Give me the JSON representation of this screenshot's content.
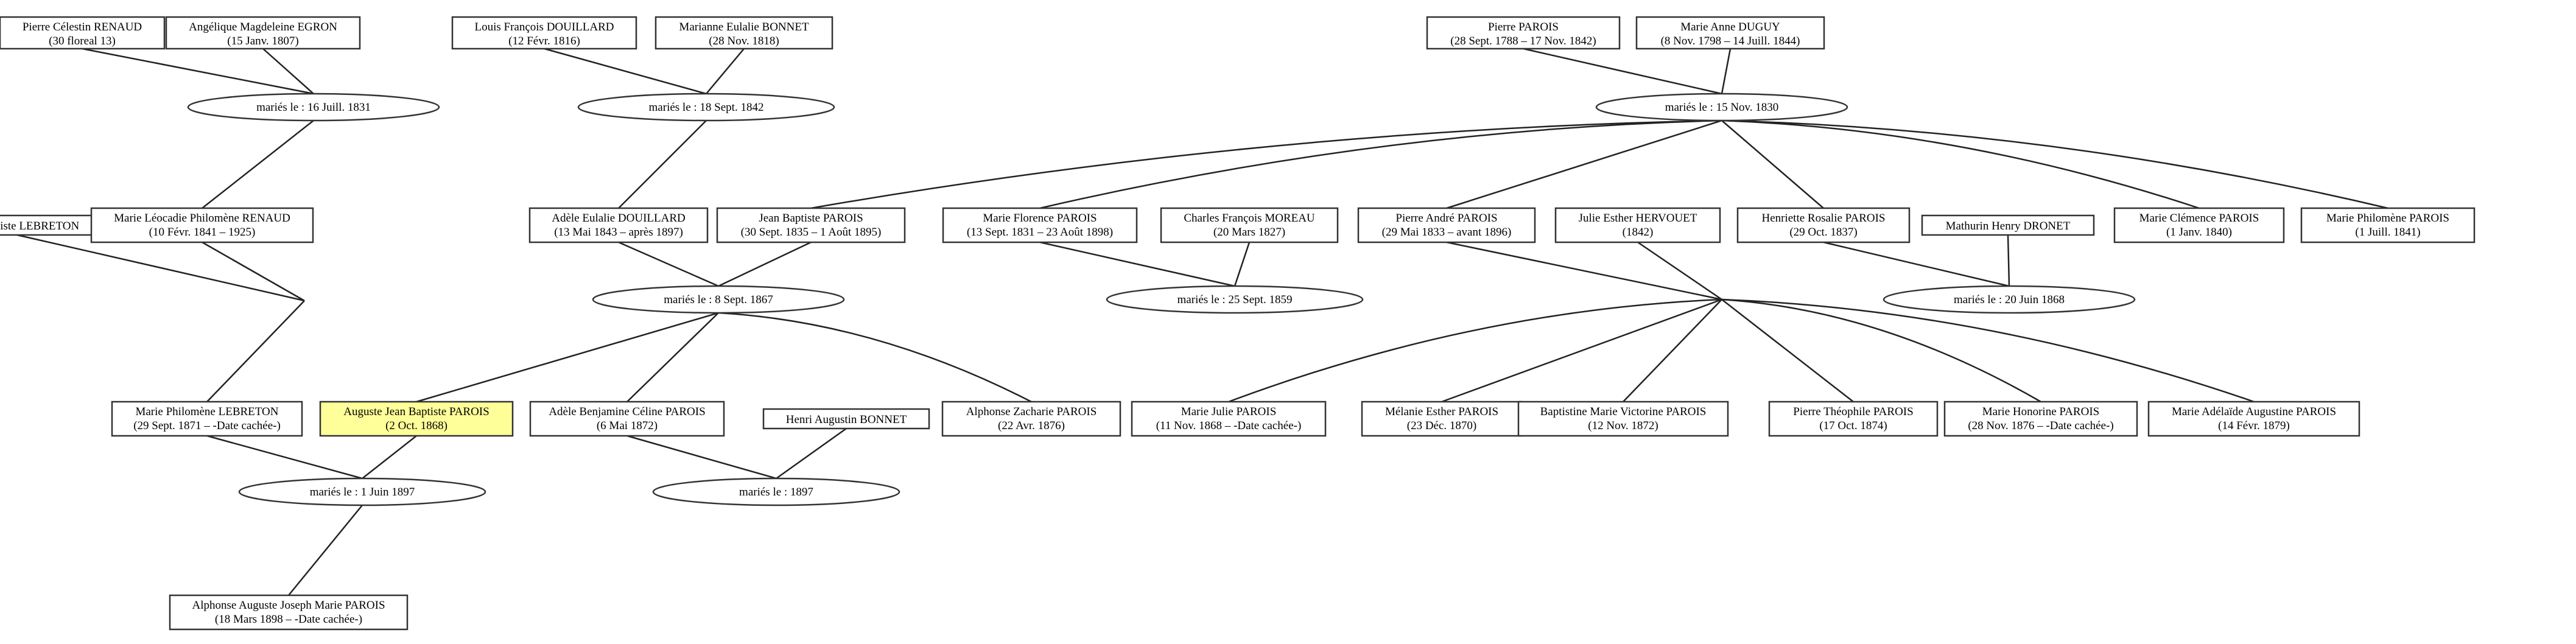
{
  "colors": {
    "highlight_fill": "#ffff99",
    "box_stroke": "#333333",
    "line": "#222222"
  },
  "persons": [
    {
      "id": "p1",
      "name": "Pierre Célestin RENAUD",
      "dates": "(30 floreal 13)"
    },
    {
      "id": "p2",
      "name": "Angélique Magdeleine EGRON",
      "dates": "(15 Janv. 1807)"
    },
    {
      "id": "p3",
      "name": "Louis François DOUILLARD",
      "dates": "(12 Févr. 1816)"
    },
    {
      "id": "p4",
      "name": "Marianne Eulalie BONNET",
      "dates": "(28 Nov. 1818)"
    },
    {
      "id": "p5",
      "name": "Pierre PAROIS",
      "dates": "(28 Sept. 1788 – 17 Nov. 1842)"
    },
    {
      "id": "p6",
      "name": "Marie Anne DUGUY",
      "dates": "(8 Nov. 1798 – 14 Juill. 1844)"
    },
    {
      "id": "p7",
      "name": "Jean Baptiste LEBRETON",
      "dates": ""
    },
    {
      "id": "p8",
      "name": "Marie Léocadie Philomène RENAUD",
      "dates": "(10 Févr. 1841 – 1925)"
    },
    {
      "id": "p9",
      "name": "Adèle Eulalie DOUILLARD",
      "dates": "(13 Mai 1843 – après 1897)"
    },
    {
      "id": "p10",
      "name": "Jean Baptiste PAROIS",
      "dates": "(30 Sept. 1835 – 1 Août 1895)"
    },
    {
      "id": "p11",
      "name": "Marie Florence PAROIS",
      "dates": "(13 Sept. 1831 – 23 Août 1898)"
    },
    {
      "id": "p12",
      "name": "Charles François MOREAU",
      "dates": "(20 Mars 1827)"
    },
    {
      "id": "p13",
      "name": "Pierre André PAROIS",
      "dates": "(29 Mai 1833 – avant 1896)"
    },
    {
      "id": "p14",
      "name": "Julie Esther HERVOUET",
      "dates": "(1842)"
    },
    {
      "id": "p15",
      "name": "Henriette Rosalie PAROIS",
      "dates": "(29 Oct. 1837)"
    },
    {
      "id": "p16",
      "name": "Mathurin Henry DRONET",
      "dates": ""
    },
    {
      "id": "p17",
      "name": "Marie Clémence PAROIS",
      "dates": "(1 Janv. 1840)"
    },
    {
      "id": "p18",
      "name": "Marie Philomène PAROIS",
      "dates": "(1 Juill. 1841)"
    },
    {
      "id": "p19",
      "name": "Marie Philomène LEBRETON",
      "dates": "(29 Sept. 1871 – -Date cachée-)"
    },
    {
      "id": "p20",
      "name": "Auguste Jean Baptiste PAROIS",
      "dates": "(2 Oct. 1868)",
      "highlight": true
    },
    {
      "id": "p21",
      "name": "Adèle Benjamine Céline PAROIS",
      "dates": "(6 Mai 1872)"
    },
    {
      "id": "p22",
      "name": "Henri Augustin BONNET",
      "dates": ""
    },
    {
      "id": "p23",
      "name": "Alphonse Zacharie PAROIS",
      "dates": "(22 Avr. 1876)"
    },
    {
      "id": "p24",
      "name": "Marie Julie PAROIS",
      "dates": "(11 Nov. 1868 – -Date cachée-)"
    },
    {
      "id": "p25",
      "name": "Mélanie Esther PAROIS",
      "dates": "(23 Déc. 1870)"
    },
    {
      "id": "p26",
      "name": "Baptistine Marie Victorine PAROIS",
      "dates": "(12 Nov. 1872)"
    },
    {
      "id": "p27",
      "name": "Pierre Théophile PAROIS",
      "dates": "(17 Oct. 1874)"
    },
    {
      "id": "p28",
      "name": "Marie Honorine PAROIS",
      "dates": "(28 Nov. 1876 – -Date cachée-)"
    },
    {
      "id": "p29",
      "name": "Marie Adélaïde Augustine PAROIS",
      "dates": "(14 Févr. 1879)"
    },
    {
      "id": "p30",
      "name": "Alphonse Auguste Joseph Marie PAROIS",
      "dates": "(18 Mars 1898 – -Date cachée-)"
    }
  ],
  "marriages": [
    {
      "id": "m1",
      "label": "mariés le : 16 Juill. 1831"
    },
    {
      "id": "m2",
      "label": "mariés le : 18 Sept. 1842"
    },
    {
      "id": "m3",
      "label": "mariés le : 15 Nov. 1830"
    },
    {
      "id": "m4",
      "label": "mariés le : 8 Sept. 1867"
    },
    {
      "id": "m5",
      "label": "mariés le : 25 Sept. 1859"
    },
    {
      "id": "m6",
      "label": "mariés le : 20 Juin 1868"
    },
    {
      "id": "m7",
      "label": "mariés le : 1 Juin 1897"
    },
    {
      "id": "m8",
      "label": "mariés le : 1897"
    }
  ]
}
